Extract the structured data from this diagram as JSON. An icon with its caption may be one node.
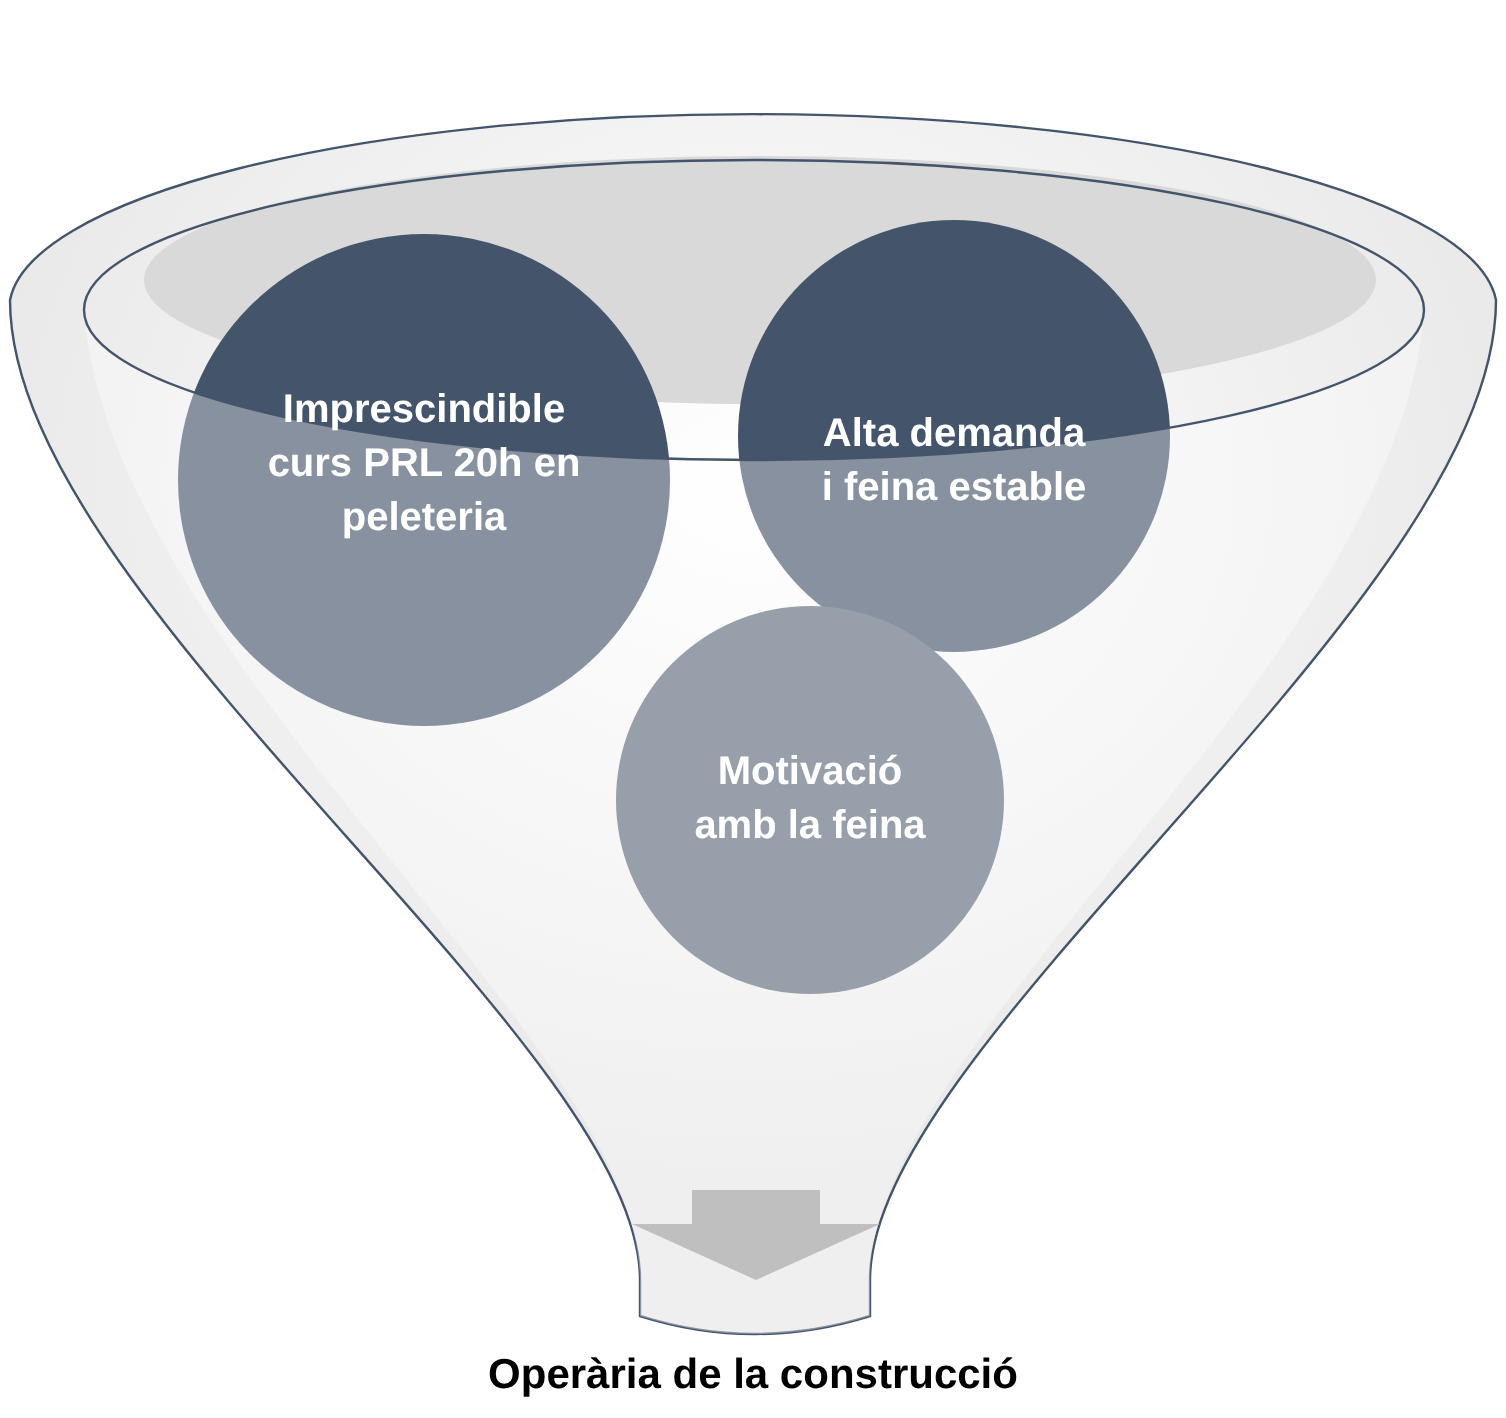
{
  "diagram": {
    "nodes": [
      {
        "text": [],
        "shape": "funnel"
      },
      {
        "text": [
          "Imprescindible curs PRL 20h en peleteria"
        ],
        "in": 0
      },
      {
        "text": [
          "Alta demanda i feina estable"
        ],
        "in": 0
      },
      {
        "text": [
          "Motivació amb la feina"
        ],
        "in": 0
      },
      {
        "text": [
          "Operària de la construcció"
        ]
      }
    ]
  }
}
